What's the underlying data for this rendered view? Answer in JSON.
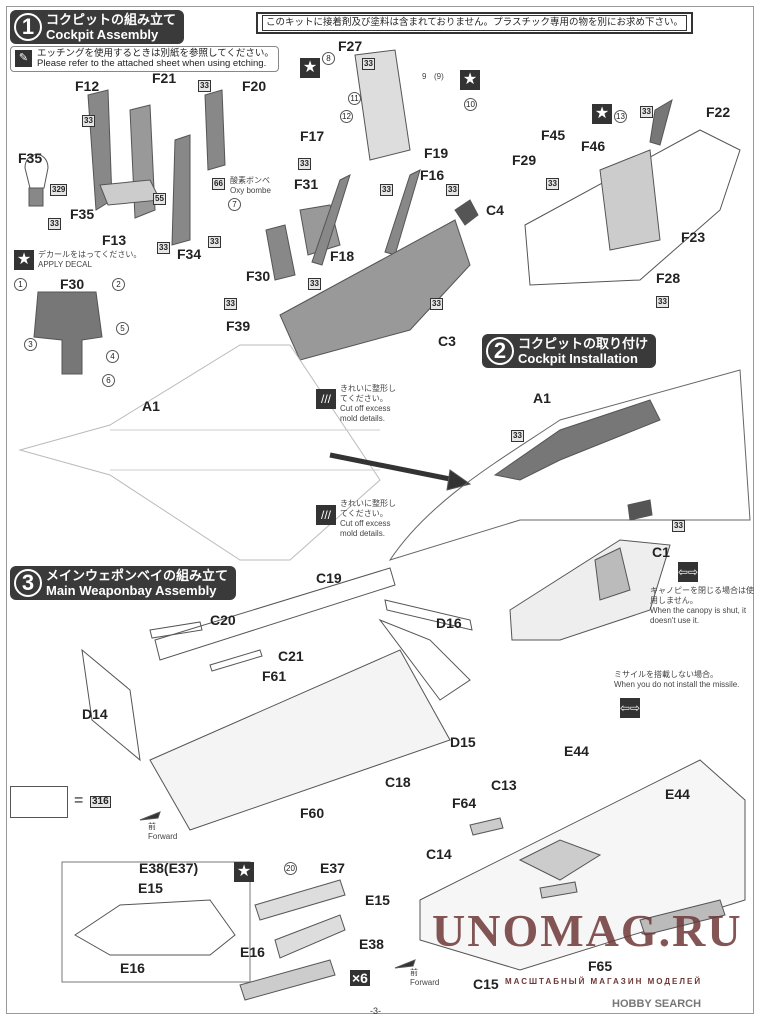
{
  "notice": "このキットに接着剤及び塗料は含まれておりません。プラスチック専用の物を別にお求め下さい。",
  "steps": [
    {
      "num": "1",
      "jp": "コクピットの組み立て",
      "en": "Cockpit Assembly"
    },
    {
      "num": "2",
      "jp": "コクピットの取り付け",
      "en": "Cockpit Installation"
    },
    {
      "num": "3",
      "jp": "メインウェポンベイの組み立て",
      "en": "Main Weaponbay Assembly"
    }
  ],
  "etching_note": {
    "jp": "エッチングを使用するときは別紙を参照してください。",
    "en": "Please refer to the attached sheet when using etching."
  },
  "decal_note": {
    "jp": "デカールをはってください。",
    "en": "APPLY DECAL"
  },
  "oxy_note": {
    "jp": "酸素ボンベ",
    "en": "Oxy bombe"
  },
  "cut_note": {
    "jp": "きれいに整形してください。",
    "en": "Cut off excess mold details."
  },
  "canopy_note": {
    "jp": "キャノピーを閉じる場合は使用しません。",
    "en": "When the canopy is shut, it doesn't use it."
  },
  "missile_note": {
    "jp": "ミサイルを搭載しない場合。",
    "en": "When you do not install the missile."
  },
  "forward": {
    "jp": "前",
    "en": "Forward"
  },
  "parts": [
    "F27",
    "F12",
    "F21",
    "F20",
    "F35",
    "F35",
    "F13",
    "F34",
    "F17",
    "F31",
    "F19",
    "F16",
    "C4",
    "F18",
    "F30",
    "F39",
    "C3",
    "F22",
    "F45",
    "F46",
    "F29",
    "F23",
    "F28",
    "F30",
    "A1",
    "A1",
    "C1",
    "C19",
    "C20",
    "D16",
    "C21",
    "F61",
    "D14",
    "D15",
    "C18",
    "F60",
    "E44",
    "E44",
    "F64",
    "C13",
    "C14",
    "C15",
    "F65",
    "E38(E37)",
    "E15",
    "E16",
    "E37",
    "E15",
    "E38",
    "E16"
  ],
  "paint_codes": [
    "33",
    "329",
    "55",
    "66",
    "316"
  ],
  "circled_numbers": [
    "1",
    "2",
    "3",
    "4",
    "5",
    "6",
    "7",
    "8",
    "9",
    "(9)",
    "10",
    "11",
    "12",
    "13",
    "20"
  ],
  "quantity": "×6",
  "equals": "=",
  "watermark": {
    "main": "UNOMAG.RU",
    "sub": "МАСШТАБНЫЙ МАГАЗИН МОДЕЛЕЙ"
  },
  "credit": "HOBBY SEARCH",
  "page_number": "-3-"
}
